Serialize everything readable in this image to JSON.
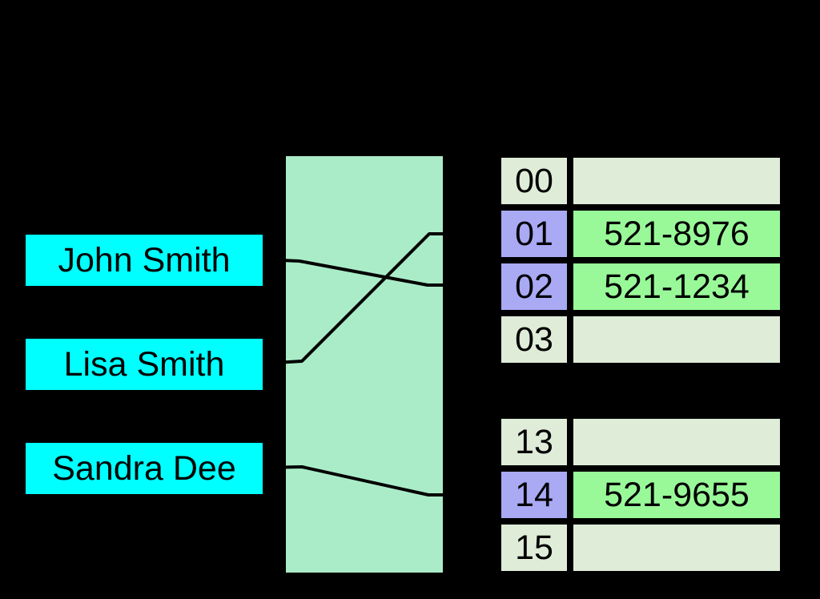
{
  "diagram": {
    "type": "hash-table-mapping",
    "description": "keys hashed through a hash function into buckets"
  },
  "keys": {
    "items": [
      {
        "label": "John Smith"
      },
      {
        "label": "Lisa Smith"
      },
      {
        "label": "Sandra Dee"
      }
    ]
  },
  "buckets": {
    "rows": [
      {
        "index": "00",
        "value": "",
        "occupied": false
      },
      {
        "index": "01",
        "value": "521-8976",
        "occupied": true
      },
      {
        "index": "02",
        "value": "521-1234",
        "occupied": true
      },
      {
        "index": "03",
        "value": "",
        "occupied": false
      },
      {
        "index": "13",
        "value": "",
        "occupied": false
      },
      {
        "index": "14",
        "value": "521-9655",
        "occupied": true
      },
      {
        "index": "15",
        "value": "",
        "occupied": false
      }
    ]
  },
  "links": [
    {
      "from": "John Smith",
      "to_bucket": "02"
    },
    {
      "from": "Lisa Smith",
      "to_bucket": "01"
    },
    {
      "from": "Sandra Dee",
      "to_bucket": "14"
    }
  ],
  "colors": {
    "background": "#000000",
    "key_box": "#00ffff",
    "hash_box": "#aaecc8",
    "bucket_empty": "#deecd8",
    "bucket_index_occupied": "#a9a9f4",
    "bucket_value_occupied": "#99f999",
    "line": "#000000",
    "text": "#000000"
  }
}
